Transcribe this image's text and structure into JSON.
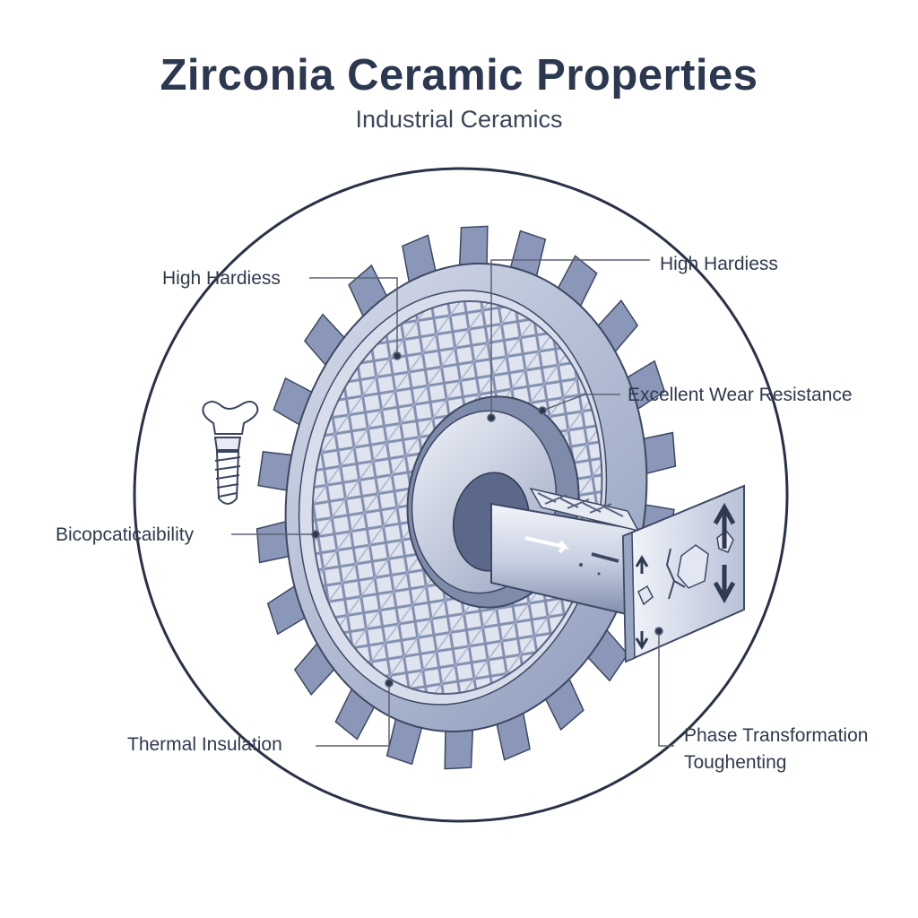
{
  "header": {
    "title": "Zirconia Ceramic Properties",
    "subtitle": "Industrial Ceramics"
  },
  "callouts": [
    {
      "id": "hardness-left",
      "text": "High Hardiess"
    },
    {
      "id": "hardness-right",
      "text": "High Hardiess"
    },
    {
      "id": "wear",
      "text": "Excellent Wear Resistance"
    },
    {
      "id": "biocompat",
      "text": "Bicopcaticaibility"
    },
    {
      "id": "thermal",
      "text": "Thermal Insulation"
    },
    {
      "id": "phase",
      "text": "Phase Transformation\nToughenting"
    }
  ],
  "colors": {
    "ink": "#2c3750",
    "gear_light": "#c5cde0",
    "gear_mid": "#9aa6c3",
    "gear_dark": "#6f7ca0",
    "leader": "#5a6275"
  },
  "icons": [
    "dental-implant-icon",
    "gear-icon",
    "shaft-icon",
    "crack-panel-icon"
  ]
}
